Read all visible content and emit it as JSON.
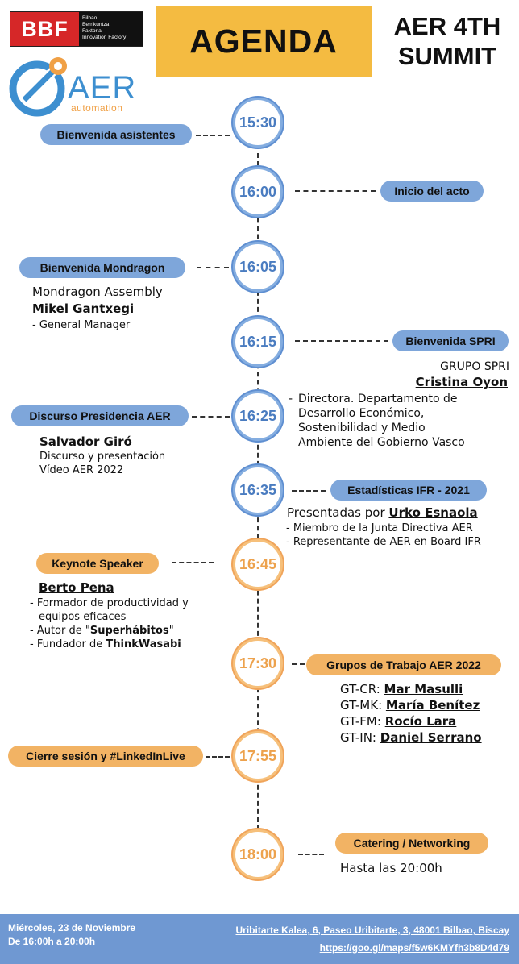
{
  "header": {
    "bbf_logo": {
      "mark": "BBF",
      "lines": [
        "Bilbao",
        "Berrikuntza",
        "Faktoria",
        "Innovation Factory"
      ]
    },
    "agenda_title": "AGENDA",
    "summit_line1": "AER 4TH",
    "summit_line2": "SUMMIT",
    "aer_logo": {
      "word": "AER",
      "sub": "automation"
    }
  },
  "colors": {
    "blue": "#7ea6da",
    "orange": "#f2b364",
    "agenda_bg": "#f4bb41",
    "footer_bg": "#6f98d2"
  },
  "schedule": [
    {
      "time": "15:30",
      "label": "Bienvenida asistentes",
      "color": "blue"
    },
    {
      "time": "16:00",
      "label": "Inicio del acto",
      "color": "blue"
    },
    {
      "time": "16:05",
      "label": "Bienvenida Mondragon",
      "color": "blue",
      "org": "Mondragon Assembly",
      "person": "Mikel Gantxegi",
      "role": "- General Manager"
    },
    {
      "time": "16:15",
      "label": "Bienvenida SPRI",
      "color": "blue",
      "org": "GRUPO SPRI",
      "person": "Cristina Oyon",
      "role_lines": [
        "Directora. Departamento de",
        "Desarrollo Económico,",
        "Sostenibilidad y Medio",
        "Ambiente del Gobierno Vasco"
      ]
    },
    {
      "time": "16:25",
      "label": "Discurso Presidencia AER",
      "color": "blue",
      "person": "Salvador Giró",
      "role_lines": [
        "Discurso  y presentación",
        "Vídeo AER 2022"
      ]
    },
    {
      "time": "16:35",
      "label": "Estadísticas IFR - 2021",
      "color": "blue",
      "presented_by": "Presentadas por",
      "person": "Urko Esnaola",
      "role_lines": [
        "Miembro de la Junta Directiva AER",
        "Representante de AER en Board IFR"
      ]
    },
    {
      "time": "16:45",
      "label": "Keynote Speaker",
      "color": "orange",
      "person": "Berto Pena",
      "role_lines": [
        "Formador de productividad y",
        "equipos eficaces"
      ],
      "author_prefix": "Autor de \"",
      "author_book": "Superhábitos",
      "author_suffix": "\"",
      "founder_prefix": "Fundador de ",
      "founder_company": "ThinkWasabi"
    },
    {
      "time": "17:30",
      "label": "Grupos de Trabajo AER 2022",
      "color": "orange",
      "groups": [
        {
          "code": "GT-CR: ",
          "name": "Mar Masulli"
        },
        {
          "code": "GT-MK: ",
          "name": "María Benítez"
        },
        {
          "code": "GT-FM: ",
          "name": "Rocío Lara"
        },
        {
          "code": "GT-IN: ",
          "name": "Daniel Serrano"
        }
      ]
    },
    {
      "time": "17:55",
      "label": "Cierre sesión y #LinkedInLive",
      "color": "orange"
    },
    {
      "time": "18:00",
      "label": "Catering / Networking",
      "color": "orange",
      "note": "Hasta las 20:00h"
    }
  ],
  "footer": {
    "date": "Miércoles, 23 de Noviembre",
    "hours": "De 16:00h a 20:00h",
    "address": "Uribitarte Kalea, 6, Paseo Uribitarte, 3, 48001 Bilbao, Biscay",
    "map_link": "https://goo.gl/maps/f5w6KMYfh3b8D4d79"
  }
}
